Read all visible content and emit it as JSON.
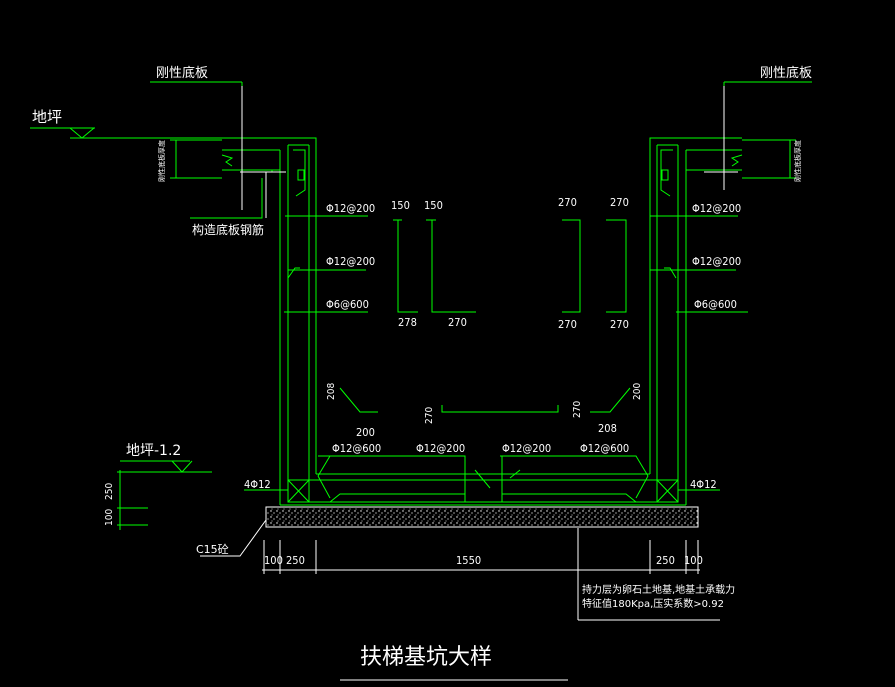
{
  "drawing": {
    "title": "扶梯基坑大样",
    "labels": {
      "rigid_base_left": "刚性底板",
      "rigid_base_right": "刚性底板",
      "ground_left": "地坪",
      "ground_level": "地坪-1.2",
      "construct_rebar": "构造底板钢筋",
      "c15": "C15砼",
      "side_small_left": "刚性底板厚度",
      "side_small_right": "刚性底板厚度",
      "note_line1": "持力层为卵石土地基,地基土承载力",
      "note_line2": "特征值180Kpa,压实系数>0.92"
    },
    "rebar_labels": {
      "l1": "Φ12@200",
      "l2": "Φ12@200",
      "l3": "Φ6@600",
      "r1": "Φ12@200",
      "r2": "Φ12@200",
      "r3": "Φ6@600",
      "b1": "Φ12@600",
      "b2": "Φ12@200",
      "b3": "Φ12@200",
      "b4": "Φ12@600",
      "corner_left": "4Φ12",
      "corner_right": "4Φ12"
    },
    "shape_dims": {
      "s1_top": "150",
      "s1_bot": "278",
      "s2_top": "150",
      "s2_bot": "270",
      "s3_top": "270",
      "s3_bot": "270",
      "s4_top": "270",
      "s4_bot": "270",
      "hook_left_v": "208",
      "hook_left_h": "200",
      "hook_right_v": "200",
      "hook_right_h": "208",
      "u_left": "270",
      "u_right": "270"
    },
    "dims": {
      "d100_left": "100",
      "d250_left": "250",
      "d1550": "1550",
      "d250_right": "250",
      "d100_right": "100",
      "v250": "250",
      "v100": "100"
    }
  },
  "colors": {
    "green": "#00ff00",
    "white": "#ffffff",
    "background": "#000000"
  }
}
